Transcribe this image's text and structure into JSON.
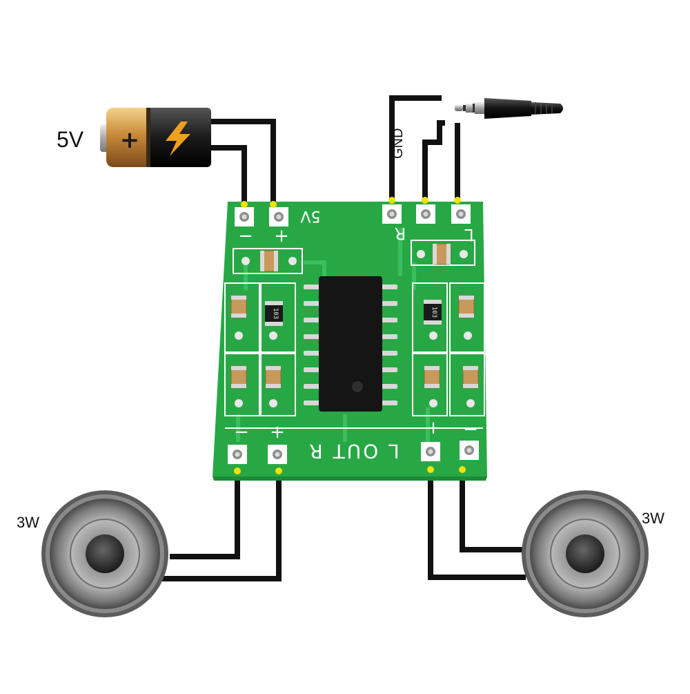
{
  "labels": {
    "supply_voltage": "5V",
    "left_speaker_power": "3W",
    "right_speaker_power": "3W",
    "ground": "GND"
  },
  "board": {
    "supply_mark": "5V",
    "input_right": "R",
    "input_left": "L",
    "output_mark": "L OUT R",
    "minus_sign": "−",
    "plus_sign": "+",
    "resistor_code": "103"
  },
  "battery": {
    "plus_symbol": "+"
  },
  "colors": {
    "board_green": "#27a845",
    "board_dark_green": "#1c8a36",
    "silkscreen": "#ffffff",
    "wire": "#111111",
    "pad_marker": "#f4e300",
    "battery_gold": "#b8732a",
    "battery_black": "#1a1a1a",
    "chip": "#151515",
    "speaker_rim": "#6b6b6b"
  }
}
